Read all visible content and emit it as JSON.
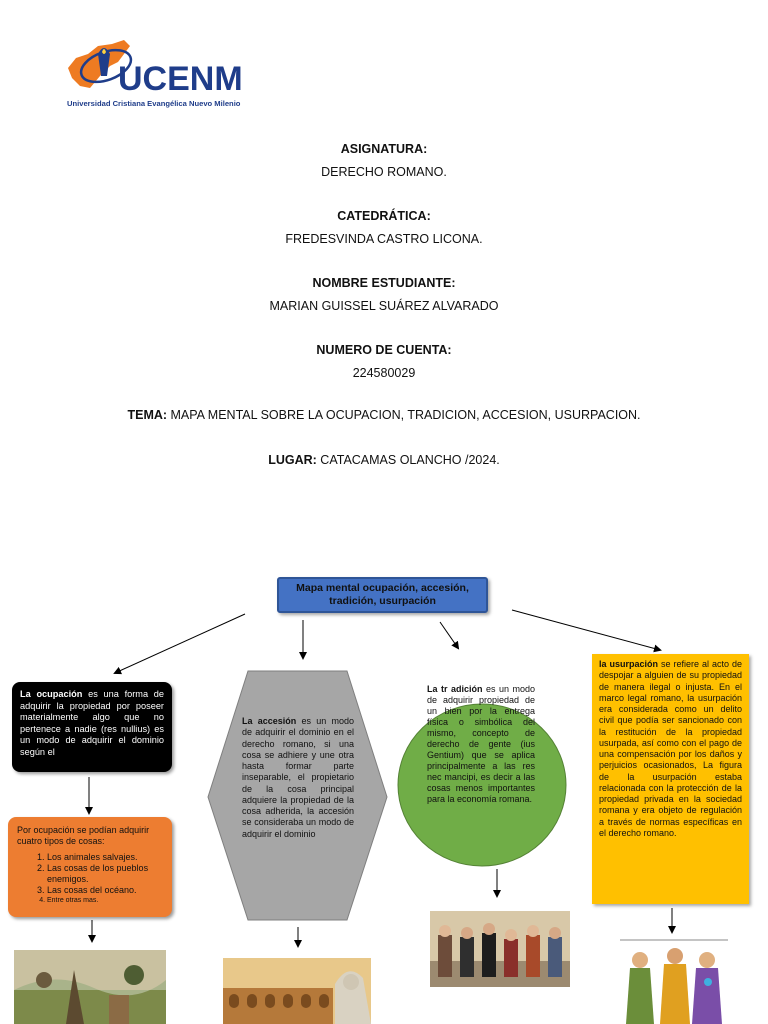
{
  "logo": {
    "name": "UCENM",
    "subtitle": "Universidad Cristiana Evangélica Nuevo Milenio",
    "colors": {
      "blue": "#1f3d8a",
      "orange": "#ee7b22"
    }
  },
  "header": {
    "asignatura_label": "ASIGNATURA:",
    "asignatura_value": "DERECHO ROMANO.",
    "catedratica_label": "CATEDRÁTICA:",
    "catedratica_value": "FREDESVINDA CASTRO LICONA.",
    "estudiante_label": "NOMBRE ESTUDIANTE:",
    "estudiante_value": "MARIAN GUISSEL SUÁREZ ALVARADO",
    "cuenta_label": "NUMERO DE CUENTA:",
    "cuenta_value": "224580029",
    "tema_label": "TEMA:",
    "tema_value": " MAPA MENTAL SOBRE LA OCUPACION, TRADICION, ACCESION, USURPACION.",
    "lugar_label": "LUGAR:",
    "lugar_value": " CATACAMAS OLANCHO /2024."
  },
  "mindmap": {
    "title": "Mapa mental ocupación, accesión, tradición, usurpación",
    "ocupacion": {
      "term": "La ocupación",
      "text": " es una forma de adquirir la propiedad por poseer materialmente algo que no pertenece a nadie (res nullius) es un modo de adquirir el dominio según el"
    },
    "ocupacion_tipos": {
      "intro": "Por ocupación se podían adquirir cuatro tipos de cosas:",
      "items": [
        "Los animales salvajes.",
        "Las cosas de los pueblos enemigos.",
        "Las cosas del océano.",
        "Entre otras mas."
      ]
    },
    "accesion": {
      "term": "La accesión",
      "text": " es un modo de adquirir el dominio en el derecho romano, si una cosa se adhiere y une otra hasta formar parte inseparable, el propietario de la cosa principal adquiere la propiedad de la cosa adherida, la accesión se consideraba un modo de adquirir el dominio"
    },
    "tradicion": {
      "term": "La tr adición",
      "text": " es un modo de adquirir propiedad de un bien por la entrega física o simbólica del mismo, concepto de derecho de gente (ius Gentium) que se aplica principalmente a las res nec mancipi, es decir a las cosas menos importantes para la economía romana."
    },
    "usurpacion": {
      "term": "la usurpación",
      "text": " se refiere al acto de despojar a alguien de su propiedad de manera ilegal o injusta. En el marco legal romano, la usurpación era considerada como un delito civil que podía ser sancionado con la restitución de la propiedad usurpada, así como con el pago de una compensación por los daños y perjuicios ocasionados, La figura de la usurpación estaba relacionada con la protección de la propiedad privada en la sociedad romana y era objeto de regulación a través de normas específicas en el derecho romano."
    },
    "colors": {
      "title_box": "#4472c4",
      "black_box": "#000000",
      "orange_box": "#ed7d31",
      "hexagon": "#a6a6a6",
      "ellipse": "#70ad47",
      "yellow_box": "#ffc000"
    }
  }
}
